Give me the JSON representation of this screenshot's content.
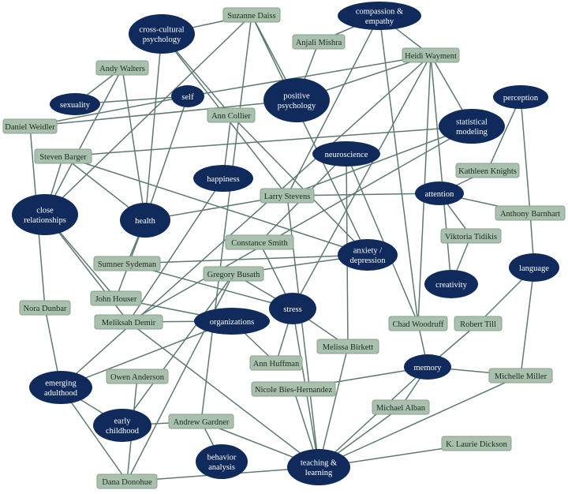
{
  "topics": [
    {
      "id": "cross",
      "lines": [
        "cross-cultural",
        "psychology"
      ]
    },
    {
      "id": "compassion",
      "lines": [
        "compassion &",
        "empathy"
      ]
    },
    {
      "id": "sexuality",
      "lines": [
        "sexuality"
      ]
    },
    {
      "id": "self",
      "lines": [
        "self"
      ]
    },
    {
      "id": "positive",
      "lines": [
        "positive",
        "psychology"
      ]
    },
    {
      "id": "perception",
      "lines": [
        "perception"
      ]
    },
    {
      "id": "statistical",
      "lines": [
        "statistical",
        "modeling"
      ]
    },
    {
      "id": "neuroscience",
      "lines": [
        "neuroscience"
      ]
    },
    {
      "id": "happiness",
      "lines": [
        "happiness"
      ]
    },
    {
      "id": "attention",
      "lines": [
        "attention"
      ]
    },
    {
      "id": "close",
      "lines": [
        "close",
        "relationships"
      ]
    },
    {
      "id": "health",
      "lines": [
        "health"
      ]
    },
    {
      "id": "anxiety",
      "lines": [
        "anxiety /",
        "depression"
      ]
    },
    {
      "id": "language",
      "lines": [
        "language"
      ]
    },
    {
      "id": "creativity",
      "lines": [
        "creativity"
      ]
    },
    {
      "id": "stress",
      "lines": [
        "stress"
      ]
    },
    {
      "id": "organizations",
      "lines": [
        "organizations"
      ]
    },
    {
      "id": "memory",
      "lines": [
        "memory"
      ]
    },
    {
      "id": "emerging",
      "lines": [
        "emerging",
        "adulthood"
      ]
    },
    {
      "id": "early",
      "lines": [
        "early",
        "childhood"
      ]
    },
    {
      "id": "behavior",
      "lines": [
        "behavior",
        "analysis"
      ]
    },
    {
      "id": "teaching",
      "lines": [
        "teaching &",
        "learning"
      ]
    }
  ],
  "people": [
    {
      "id": "daiss",
      "name": "Suzanne Daiss"
    },
    {
      "id": "mishra",
      "name": "Anjali Mishra"
    },
    {
      "id": "wayment",
      "name": "Heidi Wayment"
    },
    {
      "id": "walters",
      "name": "Andy Walters"
    },
    {
      "id": "collier",
      "name": "Ann Collier"
    },
    {
      "id": "weidler",
      "name": "Daniel Weidler"
    },
    {
      "id": "barger",
      "name": "Steven Barger"
    },
    {
      "id": "knights",
      "name": "Kathleen Knights"
    },
    {
      "id": "stevens",
      "name": "Larry Stevens"
    },
    {
      "id": "barnhart",
      "name": "Anthony Barnhart"
    },
    {
      "id": "tidikis",
      "name": "Viktoria Tidikis"
    },
    {
      "id": "smith",
      "name": "Constance Smith"
    },
    {
      "id": "sydeman",
      "name": "Sumner Sydeman"
    },
    {
      "id": "busath",
      "name": "Gregory Busath"
    },
    {
      "id": "dunbar",
      "name": "Nora Dunbar"
    },
    {
      "id": "houser",
      "name": "John Houser"
    },
    {
      "id": "demir",
      "name": "Meliksah Demir"
    },
    {
      "id": "woodruff",
      "name": "Chad Woodruff"
    },
    {
      "id": "till",
      "name": "Robert Till"
    },
    {
      "id": "birkett",
      "name": "Melissa Birkett"
    },
    {
      "id": "huffman",
      "name": "Ann Huffman"
    },
    {
      "id": "miller",
      "name": "Michelle Miller"
    },
    {
      "id": "anderson",
      "name": "Owen Anderson"
    },
    {
      "id": "bies",
      "name": "Nicole Bies-Hernandez"
    },
    {
      "id": "alban",
      "name": "Michael Alban"
    },
    {
      "id": "gardner",
      "name": "Andrew Gardner"
    },
    {
      "id": "dickson",
      "name": "K. Laurie Dickson"
    },
    {
      "id": "donohue",
      "name": "Dana Donohue"
    }
  ],
  "edges": [
    [
      "cross",
      "daiss"
    ],
    [
      "cross",
      "stevens"
    ],
    [
      "cross",
      "collier"
    ],
    [
      "cross",
      "health"
    ],
    [
      "daiss",
      "positive"
    ],
    [
      "daiss",
      "close"
    ],
    [
      "daiss",
      "anxiety"
    ],
    [
      "daiss",
      "gardner"
    ],
    [
      "compassion",
      "mishra"
    ],
    [
      "compassion",
      "stevens"
    ],
    [
      "compassion",
      "woodruff"
    ],
    [
      "mishra",
      "positive"
    ],
    [
      "wayment",
      "positive"
    ],
    [
      "wayment",
      "compassion"
    ],
    [
      "wayment",
      "statistical"
    ],
    [
      "wayment",
      "stress"
    ],
    [
      "wayment",
      "woodruff"
    ],
    [
      "wayment",
      "creativity"
    ],
    [
      "wayment",
      "emerging"
    ],
    [
      "walters",
      "sexuality"
    ],
    [
      "walters",
      "health"
    ],
    [
      "walters",
      "close"
    ],
    [
      "self",
      "weidler"
    ],
    [
      "self",
      "sexuality"
    ],
    [
      "self",
      "wayment"
    ],
    [
      "self",
      "health"
    ],
    [
      "collier",
      "happiness"
    ],
    [
      "collier",
      "anxiety"
    ],
    [
      "weidler",
      "positive"
    ],
    [
      "weidler",
      "dunbar"
    ],
    [
      "barger",
      "health"
    ],
    [
      "barger",
      "statistical"
    ],
    [
      "barger",
      "anxiety"
    ],
    [
      "barger",
      "close"
    ],
    [
      "perception",
      "knights"
    ],
    [
      "perception",
      "barnhart"
    ],
    [
      "statistical",
      "stevens"
    ],
    [
      "statistical",
      "demir"
    ],
    [
      "neuroscience",
      "smith"
    ],
    [
      "neuroscience",
      "birkett"
    ],
    [
      "neuroscience",
      "woodruff"
    ],
    [
      "happiness",
      "demir"
    ],
    [
      "stevens",
      "health"
    ],
    [
      "stevens",
      "attention"
    ],
    [
      "stevens",
      "teaching"
    ],
    [
      "attention",
      "knights"
    ],
    [
      "attention",
      "barnhart"
    ],
    [
      "attention",
      "tidikis"
    ],
    [
      "barnhart",
      "language"
    ],
    [
      "tidikis",
      "creativity"
    ],
    [
      "smith",
      "stress"
    ],
    [
      "sydeman",
      "anxiety"
    ],
    [
      "sydeman",
      "stress"
    ],
    [
      "sydeman",
      "health"
    ],
    [
      "busath",
      "stress"
    ],
    [
      "busath",
      "anxiety"
    ],
    [
      "close",
      "houser"
    ],
    [
      "close",
      "demir"
    ],
    [
      "houser",
      "organizations"
    ],
    [
      "houser",
      "health"
    ],
    [
      "demir",
      "organizations"
    ],
    [
      "stress",
      "huffman"
    ],
    [
      "stress",
      "birkett"
    ],
    [
      "stress",
      "teaching"
    ],
    [
      "organizations",
      "huffman"
    ],
    [
      "organizations",
      "emerging"
    ],
    [
      "demir",
      "teaching"
    ],
    [
      "birkett",
      "teaching"
    ],
    [
      "woodruff",
      "memory"
    ],
    [
      "till",
      "memory"
    ],
    [
      "till",
      "language"
    ],
    [
      "language",
      "miller"
    ],
    [
      "miller",
      "memory"
    ],
    [
      "miller",
      "teaching"
    ],
    [
      "memory",
      "bies"
    ],
    [
      "memory",
      "alban"
    ],
    [
      "memory",
      "teaching"
    ],
    [
      "bies",
      "teaching"
    ],
    [
      "alban",
      "teaching"
    ],
    [
      "dickson",
      "teaching"
    ],
    [
      "dunbar",
      "emerging"
    ],
    [
      "emerging",
      "early"
    ],
    [
      "emerging",
      "donohue"
    ],
    [
      "anderson",
      "donohue"
    ],
    [
      "early",
      "busath"
    ],
    [
      "early",
      "gardner"
    ],
    [
      "gardner",
      "teaching"
    ],
    [
      "gardner",
      "behavior"
    ],
    [
      "donohue",
      "teaching"
    ],
    [
      "donohue",
      "busath"
    ]
  ]
}
